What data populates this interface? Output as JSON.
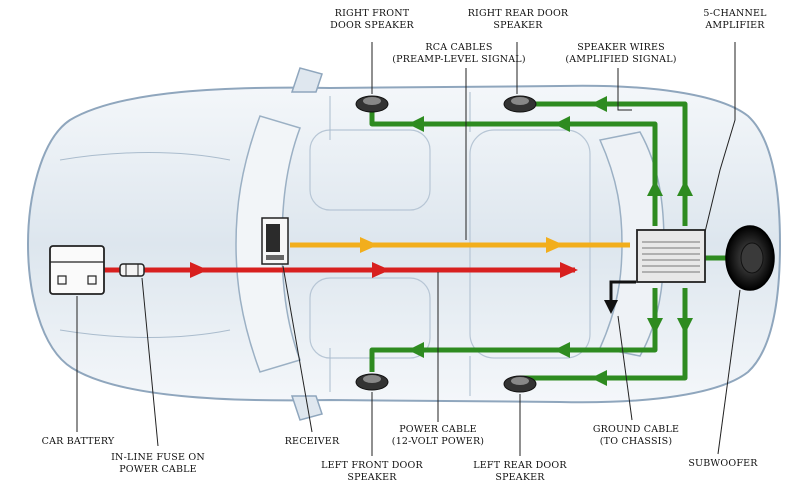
{
  "labels": {
    "right_front_door_speaker": [
      "RIGHT FRONT",
      "DOOR SPEAKER"
    ],
    "right_rear_door_speaker": [
      "RIGHT REAR DOOR",
      "SPEAKER"
    ],
    "five_channel_amplifier": [
      "5-CHANNEL",
      "AMPLIFIER"
    ],
    "rca_cables": [
      "RCA CABLES",
      "(PREAMP-LEVEL SIGNAL)"
    ],
    "speaker_wires": [
      "SPEAKER WIRES",
      "(AMPLIFIED SIGNAL)"
    ],
    "car_battery": [
      "CAR BATTERY"
    ],
    "inline_fuse": [
      "IN-LINE FUSE ON",
      "POWER CABLE"
    ],
    "receiver": [
      "RECEIVER"
    ],
    "power_cable": [
      "POWER CABLE",
      "(12-VOLT POWER)"
    ],
    "left_front_door_speaker": [
      "LEFT FRONT DOOR",
      "SPEAKER"
    ],
    "left_rear_door_speaker": [
      "LEFT REAR DOOR",
      "SPEAKER"
    ],
    "ground_cable": [
      "GROUND CABLE",
      "(TO CHASSIS)"
    ],
    "subwoofer": [
      "SUBWOOFER"
    ]
  },
  "colors": {
    "rca": "#f2ae1c",
    "power": "#d8201f",
    "speaker_wire": "#2e8b20",
    "ground": "#111111",
    "car_outline": "#8fa6bd",
    "car_fill": "#e9eff5"
  }
}
